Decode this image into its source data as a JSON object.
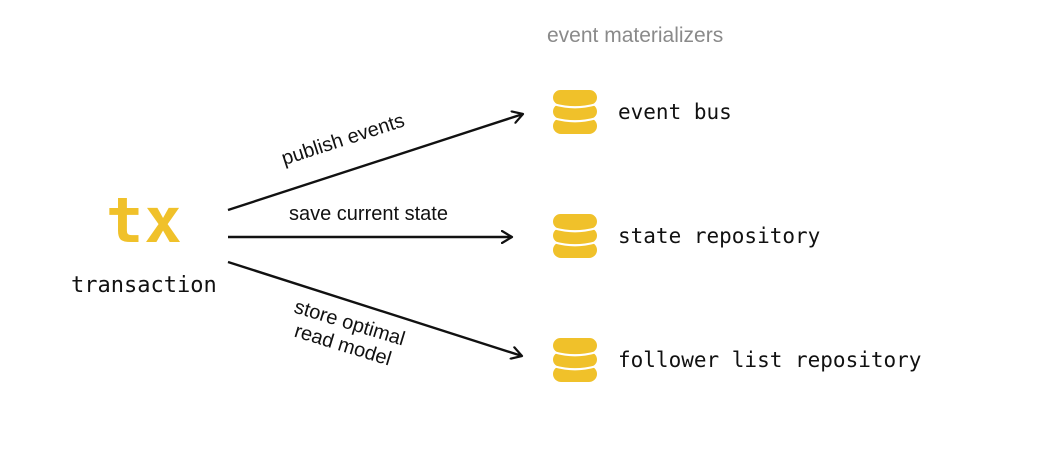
{
  "diagram": {
    "header": "event materializers",
    "source": {
      "symbol": "tx",
      "label": "transaction"
    },
    "edges": [
      {
        "label": "publish events",
        "target": "event bus"
      },
      {
        "label": "save current state",
        "target": "state repository"
      },
      {
        "label_lines": [
          "store optimal",
          "read model"
        ],
        "target": "follower list repository"
      }
    ],
    "targets": [
      {
        "label": "event bus",
        "icon": "database-icon"
      },
      {
        "label": "state repository",
        "icon": "database-icon"
      },
      {
        "label": "follower list repository",
        "icon": "database-icon"
      }
    ],
    "colors": {
      "accent": "#f0c12a",
      "text": "#111111",
      "muted": "#8a8a8a",
      "arrow": "#111111"
    }
  }
}
